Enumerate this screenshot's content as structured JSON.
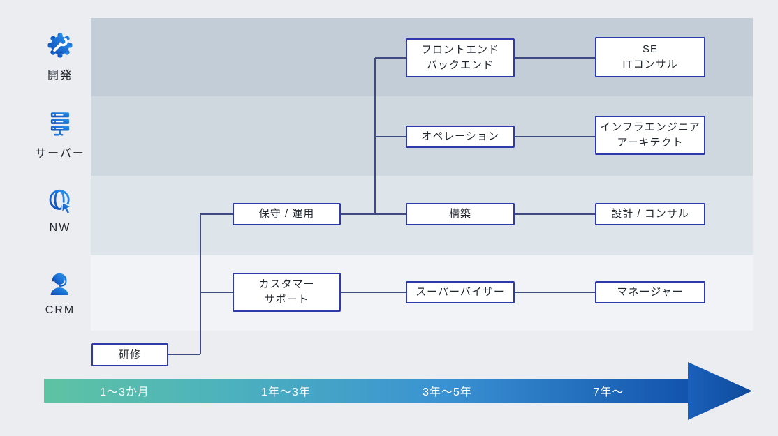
{
  "diagram": {
    "type": "career-path-flowchart",
    "categories": [
      {
        "id": "dev",
        "label": "開発",
        "icon": "gear-wrench-icon"
      },
      {
        "id": "server",
        "label": "サーバー",
        "icon": "server-icon"
      },
      {
        "id": "nw",
        "label": "NW",
        "icon": "globe-cursor-icon"
      },
      {
        "id": "crm",
        "label": "CRM",
        "icon": "headset-person-icon"
      }
    ],
    "nodes": {
      "kenshu": "研修",
      "hoshu": "保守 / 運用",
      "customer": "カスタマー\nサポート",
      "frontend": "フロントエンド\nバックエンド",
      "operation": "オペレーション",
      "kouchiku": "構築",
      "supervisor": "スーパーバイザー",
      "se": "SE\nITコンサル",
      "infra": "インフラエンジニア\nアーキテクト",
      "sekkei": "設計 / コンサル",
      "manager": "マネージャー"
    },
    "connections": [
      [
        "kenshu",
        "hoshu"
      ],
      [
        "kenshu",
        "customer"
      ],
      [
        "hoshu",
        "frontend"
      ],
      [
        "hoshu",
        "operation"
      ],
      [
        "hoshu",
        "kouchiku"
      ],
      [
        "frontend",
        "se"
      ],
      [
        "operation",
        "infra"
      ],
      [
        "kouchiku",
        "sekkei"
      ],
      [
        "customer",
        "supervisor"
      ],
      [
        "supervisor",
        "manager"
      ]
    ],
    "timeline": {
      "segments": [
        "1〜3か月",
        "1年〜3年",
        "3年〜5年",
        "7年〜"
      ]
    },
    "colors": {
      "page_bg": "#ecedf1",
      "band_dev": "#c3cdd7",
      "band_server": "#cfd8df",
      "band_nw": "#dee5ea",
      "band_crm": "#f1f3f6",
      "node_border": "#2e3aab",
      "connector": "#3e4a80",
      "icon_blue_dark": "#0d4ab5",
      "icon_blue_light": "#2b96f0",
      "timeline_gradient": [
        "#5ec3a2",
        "#4db2bd",
        "#3a92d2",
        "#1253ad"
      ],
      "timeline_text": "#ffffff"
    }
  }
}
